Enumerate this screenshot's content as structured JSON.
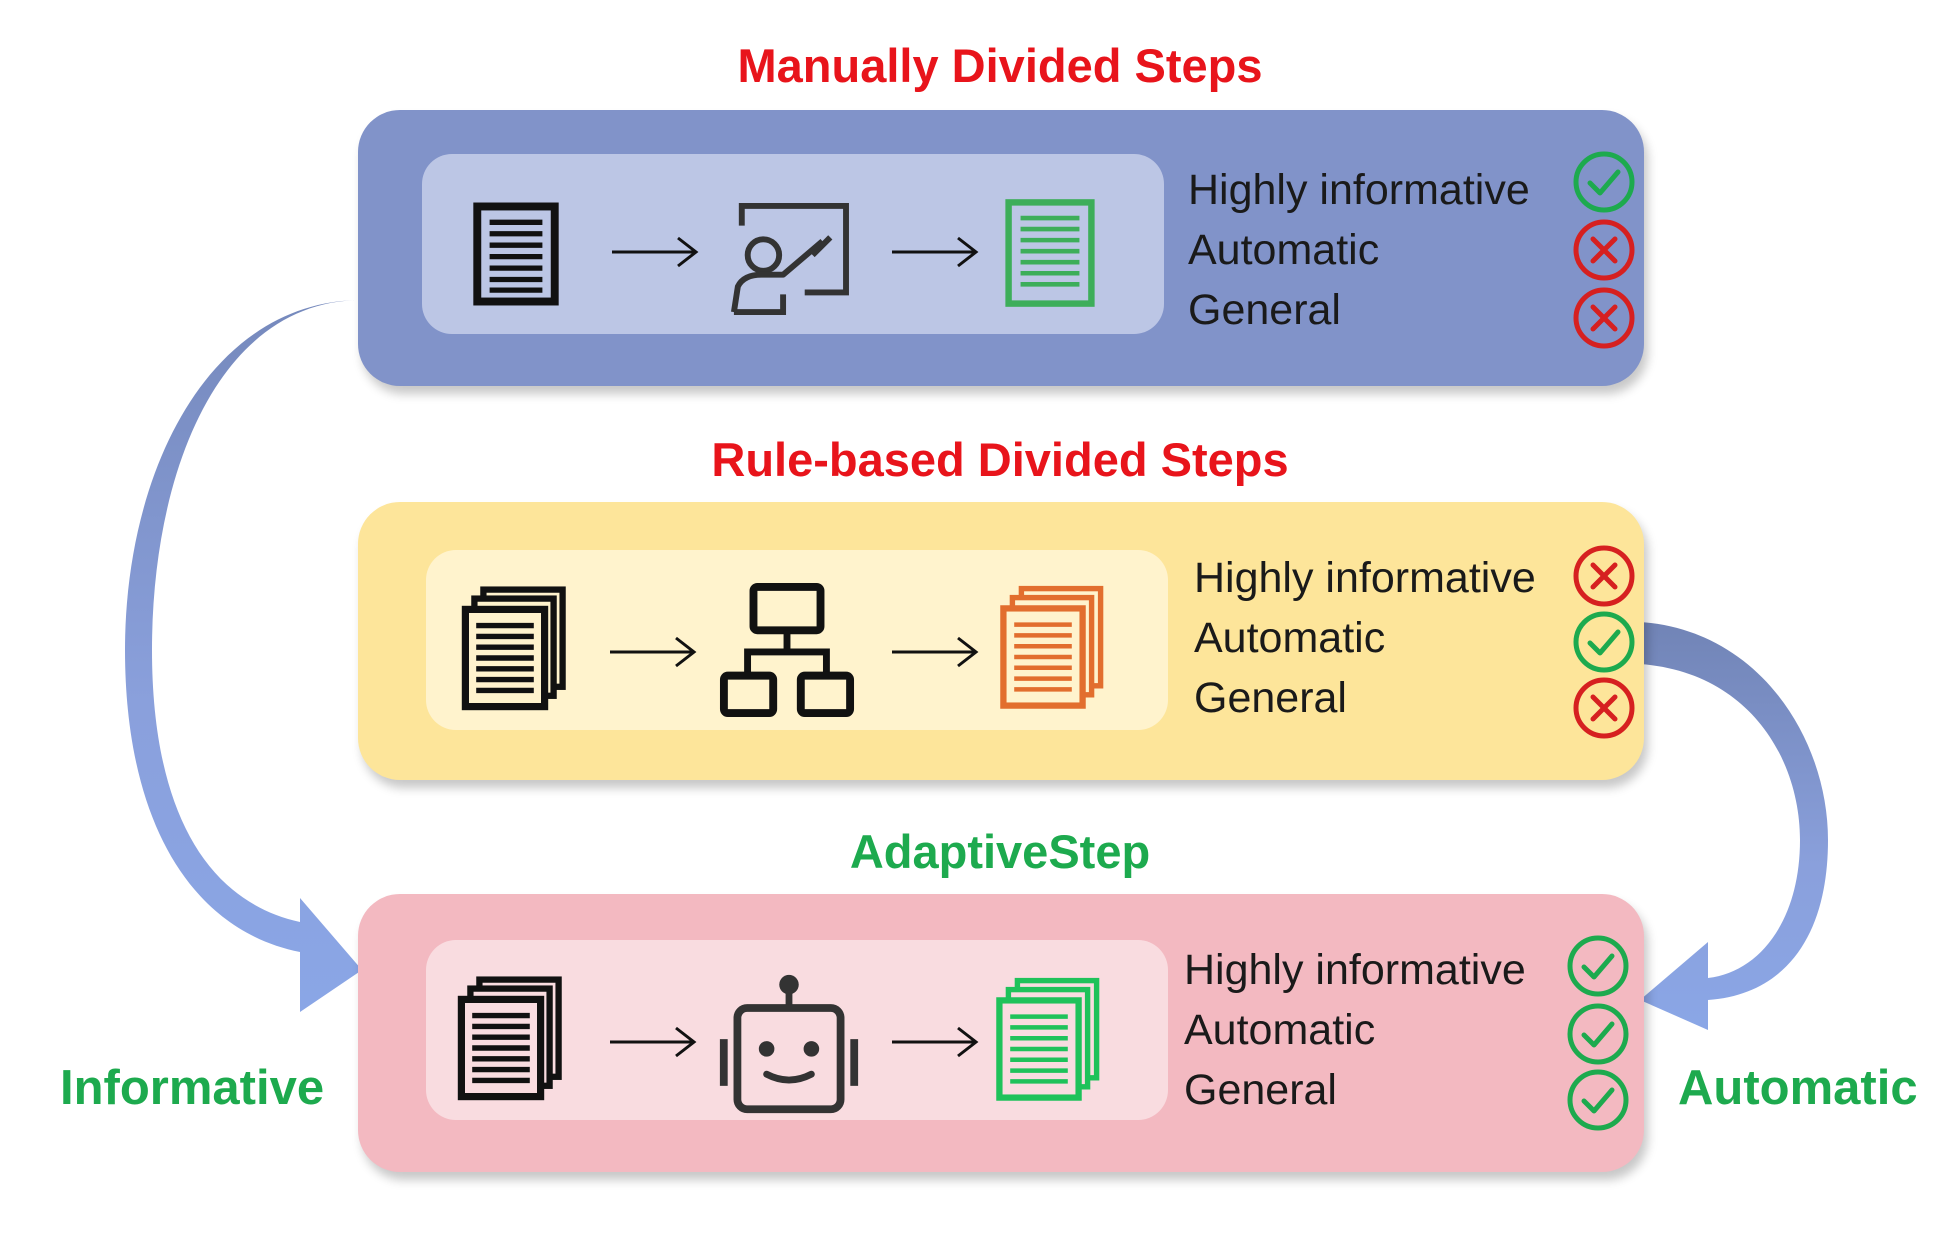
{
  "colors": {
    "title_red": "#e8141b",
    "title_green": "#1daa4e",
    "panel_blue": "#8193c9",
    "inner_blue": "#bcc6e5",
    "panel_yellow": "#fde59a",
    "inner_yellow": "#fff3cd",
    "panel_pink": "#f3b9c1",
    "inner_pink": "#f9dce0",
    "check_green": "#1daa4e",
    "cross_red": "#d62020",
    "flow_arrow_blue": "#7f96d6"
  },
  "titles": {
    "manual": "Manually Divided Steps",
    "rule": "Rule-based Divided Steps",
    "adaptive": "AdaptiveStep"
  },
  "side_labels": {
    "left": "Informative",
    "right": "Automatic"
  },
  "panels": [
    {
      "id": "manual",
      "icons": [
        "document-icon",
        "teacher-board-icon",
        "green-document-icon"
      ],
      "attributes": [
        {
          "label": "Highly informative",
          "status": "check"
        },
        {
          "label": "Automatic",
          "status": "cross"
        },
        {
          "label": "General",
          "status": "cross"
        }
      ]
    },
    {
      "id": "rule",
      "icons": [
        "document-stack-icon",
        "hierarchy-icon",
        "orange-document-stack-icon"
      ],
      "attributes": [
        {
          "label": "Highly informative",
          "status": "cross"
        },
        {
          "label": "Automatic",
          "status": "check"
        },
        {
          "label": "General",
          "status": "cross"
        }
      ]
    },
    {
      "id": "adaptive",
      "icons": [
        "document-stack-icon",
        "robot-icon",
        "green-document-stack-icon"
      ],
      "attributes": [
        {
          "label": "Highly informative",
          "status": "check"
        },
        {
          "label": "Automatic",
          "status": "check"
        },
        {
          "label": "General",
          "status": "check"
        }
      ]
    }
  ]
}
